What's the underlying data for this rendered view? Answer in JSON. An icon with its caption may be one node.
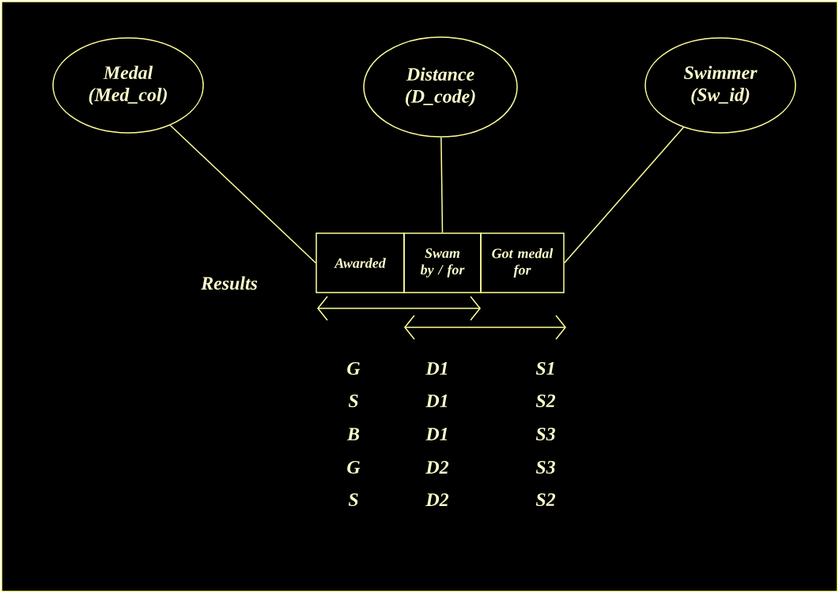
{
  "diagram": {
    "nodes": [
      {
        "text": [
          "Medal (Med_col)"
        ]
      },
      {
        "text": [
          "Distance (D_code)"
        ]
      },
      {
        "text": [
          "Swimmer (Sw_id)"
        ]
      },
      {
        "text": [
          "Awarded"
        ]
      },
      {
        "text": [
          "Swam by / for"
        ]
      },
      {
        "text": [
          "Got medal for"
        ]
      }
    ],
    "edges": [
      {
        "from": 0,
        "to": 3,
        "arrow": "none"
      },
      {
        "from": 1,
        "to": 4,
        "arrow": "none"
      },
      {
        "from": 2,
        "to": 5,
        "arrow": "none"
      }
    ],
    "labels": [
      "Results",
      "G",
      "D1",
      "S1",
      "S",
      "D1",
      "S2",
      "B",
      "D1",
      "S3",
      "G",
      "D2",
      "S3",
      "S",
      "D2",
      "S2"
    ]
  }
}
